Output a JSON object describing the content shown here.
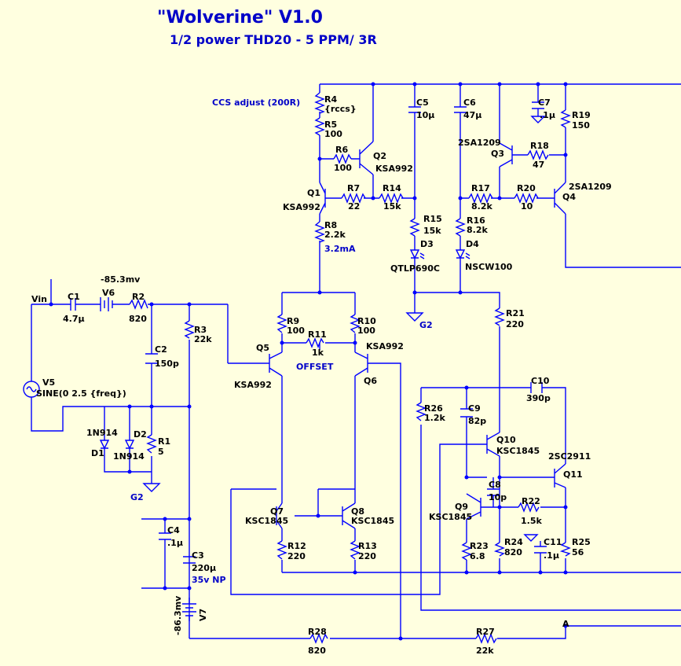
{
  "title": "\"Wolverine\" V1.0",
  "subtitle": "1/2  power THD20 - 5 PPM/ 3R",
  "notes": {
    "ccs_adjust": "CCS adjust (200R)",
    "current": "3.2mA",
    "offset": "OFFSET",
    "vin": "Vin",
    "v6_value": "-85.3mv",
    "v7_value": "-86.3mv",
    "g2_left": "G2",
    "g2_mid": "G2",
    "node_a": "A",
    "cap_note": "35v NP"
  },
  "components": {
    "R4": {
      "ref": "R4",
      "val": "{rccs}"
    },
    "R5": {
      "ref": "R5",
      "val": "100"
    },
    "R6": {
      "ref": "R6",
      "val": "100"
    },
    "R7": {
      "ref": "R7",
      "val": "22"
    },
    "R8": {
      "ref": "R8",
      "val": "2.2k"
    },
    "R14": {
      "ref": "R14",
      "val": "15k"
    },
    "R15": {
      "ref": "R15",
      "val": "15k"
    },
    "R16": {
      "ref": "R16",
      "val": "8.2k"
    },
    "R17": {
      "ref": "R17",
      "val": "8.2k"
    },
    "R18": {
      "ref": "R18",
      "val": "47"
    },
    "R19": {
      "ref": "R19",
      "val": "150"
    },
    "R20": {
      "ref": "R20",
      "val": "10"
    },
    "R21": {
      "ref": "R21",
      "val": "220"
    },
    "R9": {
      "ref": "R9",
      "val": "100"
    },
    "R10": {
      "ref": "R10",
      "val": "100"
    },
    "R11": {
      "ref": "R11",
      "val": "1k"
    },
    "R12": {
      "ref": "R12",
      "val": "220"
    },
    "R13": {
      "ref": "R13",
      "val": "220"
    },
    "R22": {
      "ref": "R22",
      "val": "1.5k"
    },
    "R23": {
      "ref": "R23",
      "val": "6.8"
    },
    "R24": {
      "ref": "R24",
      "val": "820"
    },
    "R25": {
      "ref": "R25",
      "val": "56"
    },
    "R26": {
      "ref": "R26",
      "val": "1.2k"
    },
    "R27": {
      "ref": "R27",
      "val": "22k"
    },
    "R28": {
      "ref": "R28",
      "val": "820"
    },
    "R1": {
      "ref": "R1",
      "val": "5"
    },
    "R2": {
      "ref": "R2",
      "val": "820"
    },
    "R3": {
      "ref": "R3",
      "val": "22k"
    },
    "C1": {
      "ref": "C1",
      "val": "4.7µ"
    },
    "C2": {
      "ref": "C2",
      "val": "150p"
    },
    "C3": {
      "ref": "C3",
      "val": "220µ"
    },
    "C4": {
      "ref": "C4",
      "val": ".1µ"
    },
    "C5": {
      "ref": "C5",
      "val": "10µ"
    },
    "C6": {
      "ref": "C6",
      "val": "47µ"
    },
    "C7": {
      "ref": "C7",
      "val": ".1µ"
    },
    "C8": {
      "ref": "C8",
      "val": "10p"
    },
    "C9": {
      "ref": "C9",
      "val": "82p"
    },
    "C10": {
      "ref": "C10",
      "val": "390p"
    },
    "C11": {
      "ref": "C11",
      "val": ".1µ"
    },
    "D1": {
      "ref": "D1",
      "val": "1N914"
    },
    "D2": {
      "ref": "D2",
      "val": "1N914"
    },
    "D3": {
      "ref": "D3",
      "val": "QTLP690C"
    },
    "D4": {
      "ref": "D4",
      "val": "NSCW100"
    },
    "Q1": {
      "ref": "Q1",
      "val": "KSA992"
    },
    "Q2": {
      "ref": "Q2",
      "val": "KSA992"
    },
    "Q3": {
      "ref": "Q3",
      "val": "2SA1209"
    },
    "Q4": {
      "ref": "Q4",
      "val": "2SA1209"
    },
    "Q5": {
      "ref": "Q5",
      "val": "KSA992"
    },
    "Q6": {
      "ref": "Q6",
      "val": "KSA992"
    },
    "Q7": {
      "ref": "Q7",
      "val": "KSC1845"
    },
    "Q8": {
      "ref": "Q8",
      "val": "KSC1845"
    },
    "Q9": {
      "ref": "Q9",
      "val": "KSC1845"
    },
    "Q10": {
      "ref": "Q10",
      "val": "KSC1845"
    },
    "Q11": {
      "ref": "Q11",
      "val": "2SC2911"
    },
    "V5": {
      "ref": "V5",
      "val": "SINE(0 2.5 {freq})"
    },
    "V6": {
      "ref": "V6"
    },
    "V7": {
      "ref": "V7"
    }
  }
}
